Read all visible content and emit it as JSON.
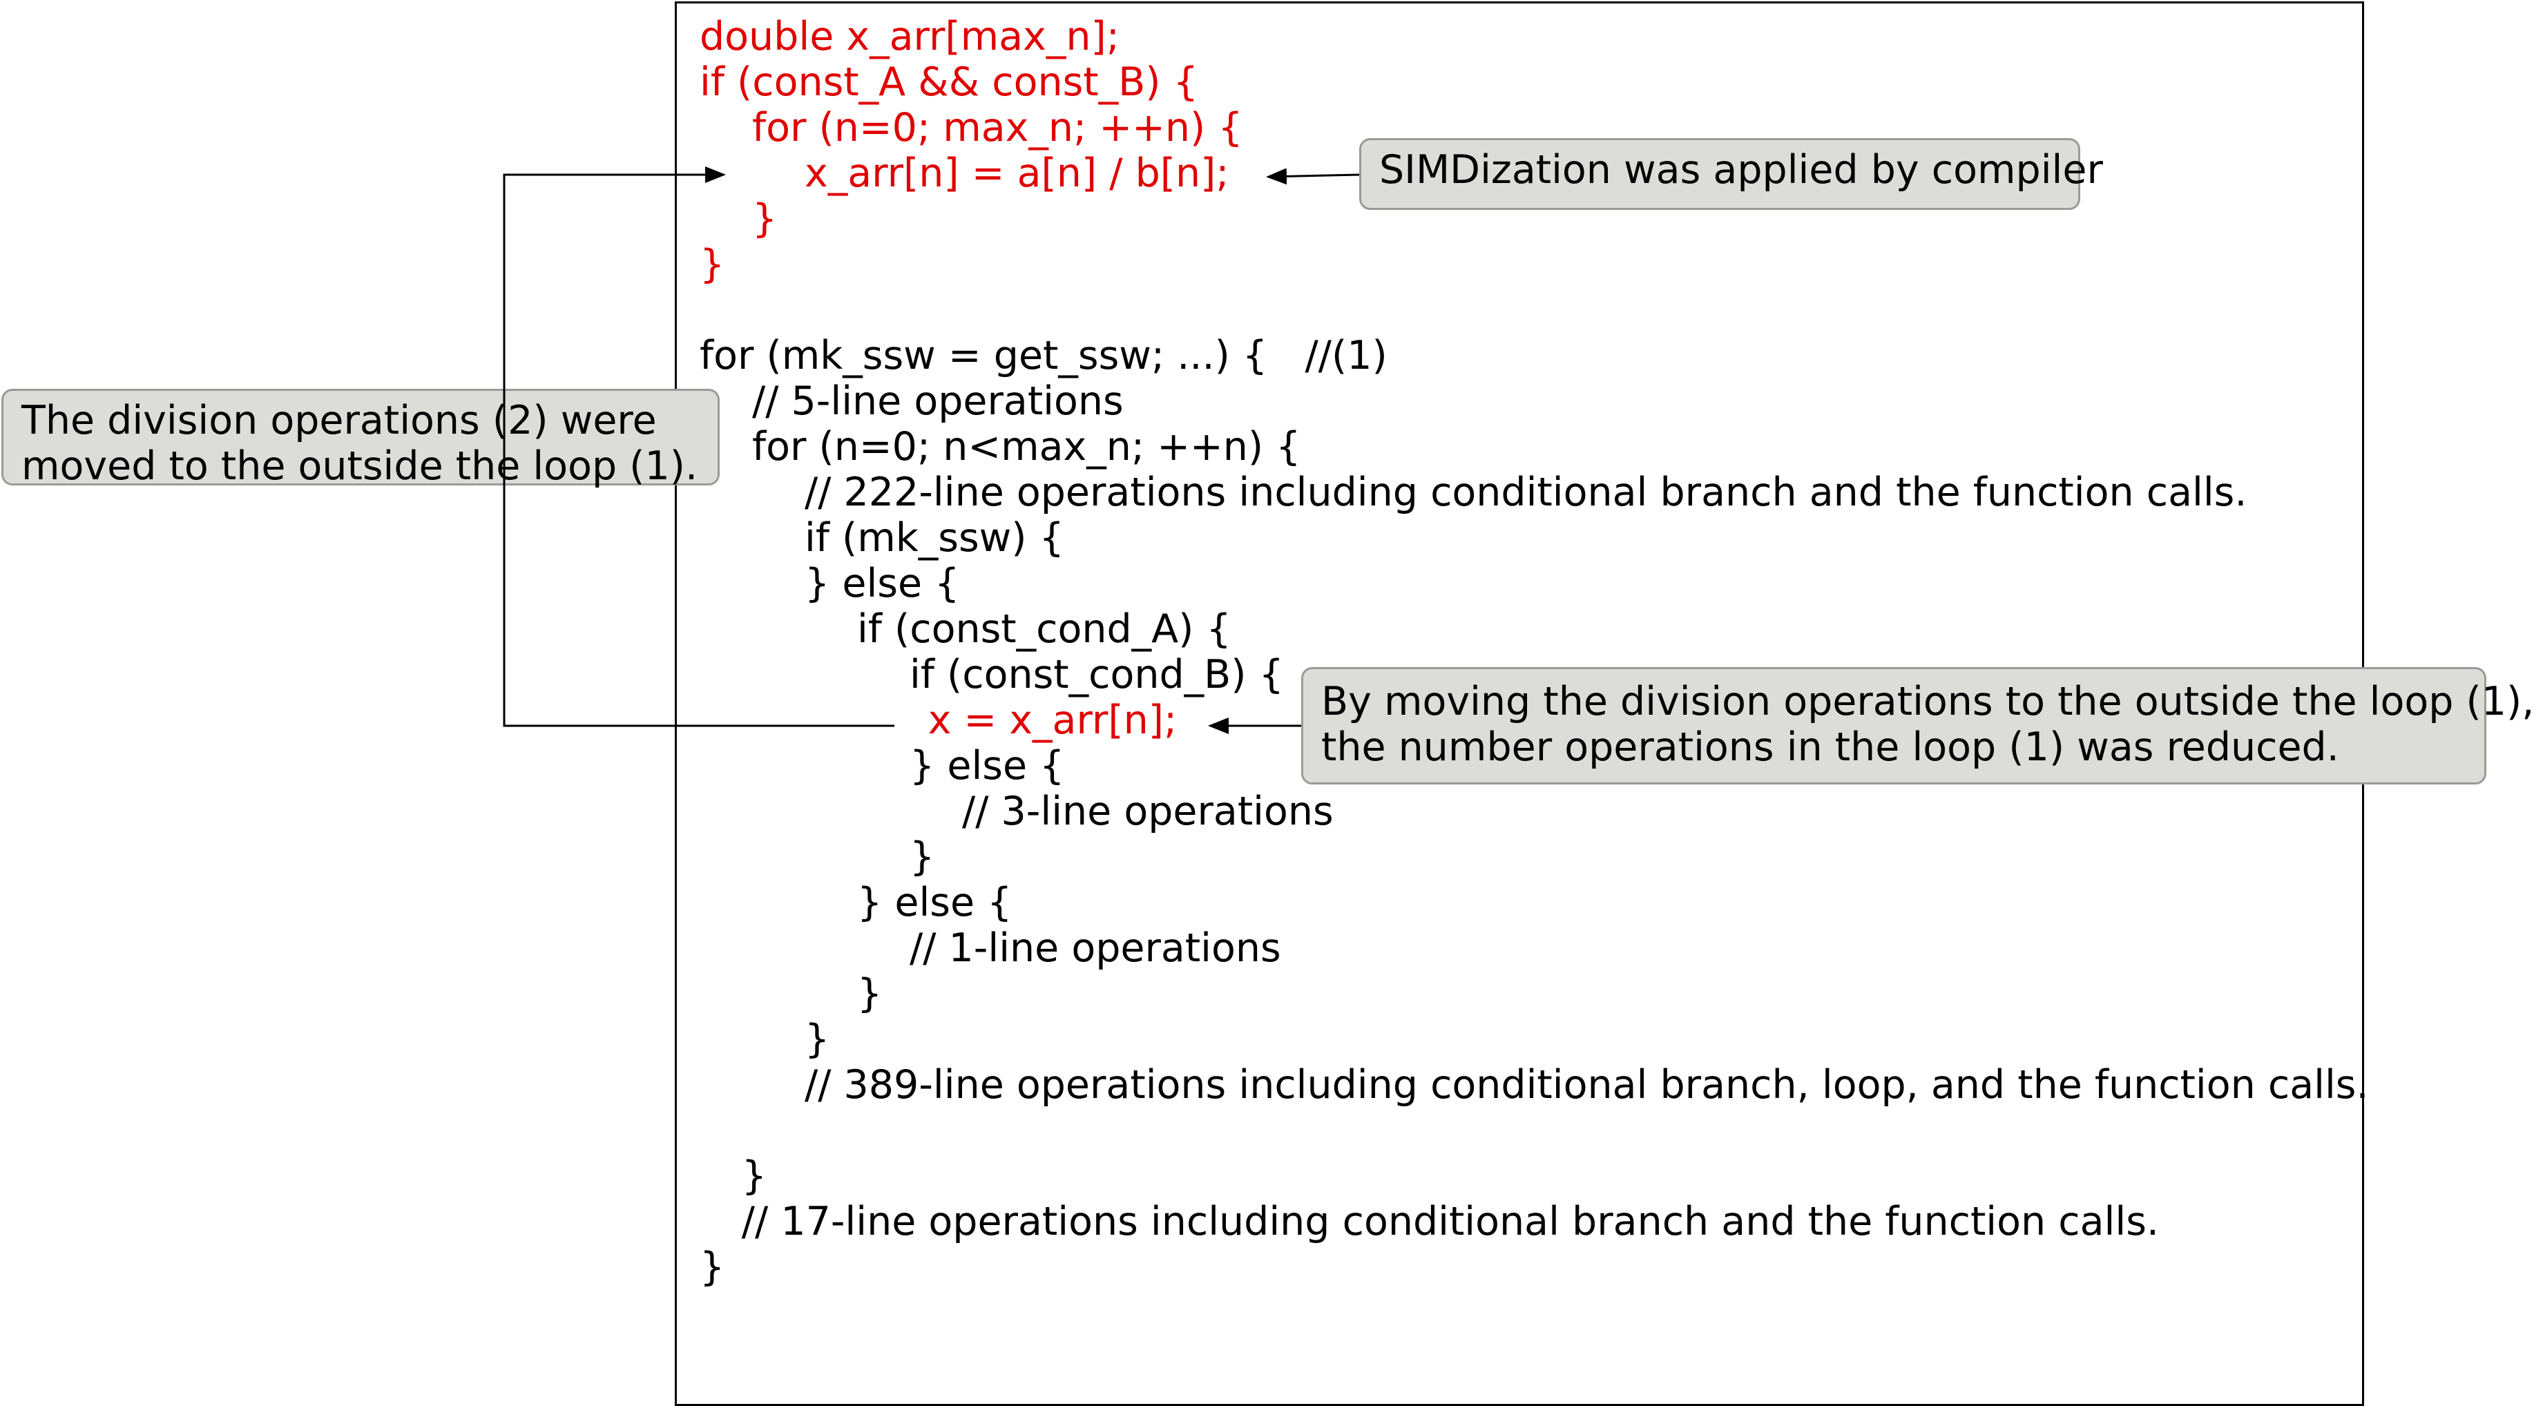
{
  "code": {
    "lines": [
      {
        "text": "double x_arr[max_n];",
        "indent": 0,
        "color": "#e00000"
      },
      {
        "text": "if (const_A && const_B) {",
        "indent": 0,
        "color": "#e00000"
      },
      {
        "text": "for (n=0; max_n; ++n) {",
        "indent": 1,
        "color": "#e00000"
      },
      {
        "text": "x_arr[n] = a[n] / b[n];",
        "indent": 2,
        "color": "#e00000"
      },
      {
        "text": "}",
        "indent": 1,
        "color": "#e00000"
      },
      {
        "text": "}",
        "indent": 0,
        "color": "#e00000"
      },
      {
        "text": "",
        "indent": 0,
        "color": "#000000"
      },
      {
        "text": "for (mk_ssw = get_ssw; ...) {   //(1)",
        "indent": 0,
        "color": "#000000"
      },
      {
        "text": "// 5-line operations",
        "indent": 1,
        "color": "#000000"
      },
      {
        "text": "for (n=0; n<max_n; ++n) {",
        "indent": 1,
        "color": "#000000"
      },
      {
        "text": "// 222-line operations including conditional branch and the function calls.",
        "indent": 2,
        "color": "#000000"
      },
      {
        "text": "if (mk_ssw) {",
        "indent": 2,
        "color": "#000000"
      },
      {
        "text": "} else {",
        "indent": 2,
        "color": "#000000"
      },
      {
        "text": "if (const_cond_A) {",
        "indent": 3,
        "color": "#000000"
      },
      {
        "text": "if (const_cond_B) {",
        "indent": 4,
        "color": "#000000"
      },
      {
        "text": "x = x_arr[n];",
        "indent": 4.35,
        "color": "#e00000"
      },
      {
        "text": "} else {",
        "indent": 4,
        "color": "#000000"
      },
      {
        "text": "// 3-line operations",
        "indent": 5,
        "color": "#000000"
      },
      {
        "text": "}",
        "indent": 4,
        "color": "#000000"
      },
      {
        "text": "} else {",
        "indent": 3,
        "color": "#000000"
      },
      {
        "text": "// 1-line operations",
        "indent": 4,
        "color": "#000000"
      },
      {
        "text": "}",
        "indent": 3,
        "color": "#000000"
      },
      {
        "text": "}",
        "indent": 2,
        "color": "#000000"
      },
      {
        "text": "// 389-line operations including conditional branch, loop, and the function calls.",
        "indent": 2,
        "color": "#000000"
      },
      {
        "text": "",
        "indent": 0,
        "color": "#000000"
      },
      {
        "text": "}",
        "indent": 0.8,
        "color": "#000000"
      },
      {
        "text": "// 17-line operations including conditional branch and the function calls.",
        "indent": 0.8,
        "color": "#000000"
      },
      {
        "text": "}",
        "indent": 0,
        "color": "#000000"
      }
    ]
  },
  "callouts": {
    "simd": {
      "lines": [
        "SIMDization was applied by compiler"
      ]
    },
    "division_moved": {
      "lines": [
        "The division operations (2) were",
        "moved to the outside the loop (1)."
      ]
    },
    "reduced": {
      "lines": [
        "By moving the division operations to the outside the loop (1),",
        "the number operations in the loop (1) was reduced."
      ]
    }
  },
  "colors": {
    "highlight": "#e00000",
    "text": "#000000",
    "callout_fill": "#dcdcd8",
    "callout_border": "#9a9a96"
  }
}
